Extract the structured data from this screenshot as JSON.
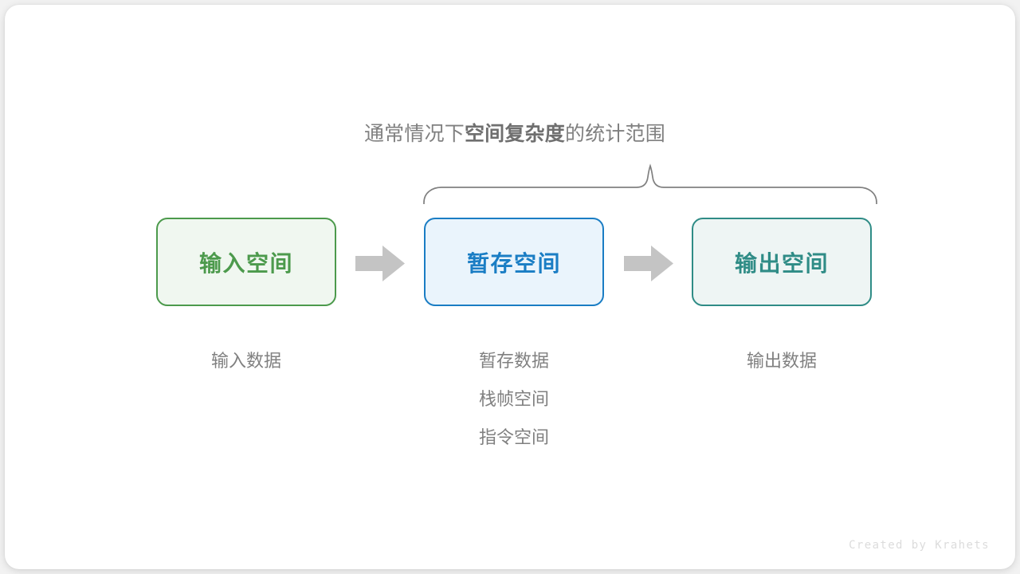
{
  "canvas": {
    "background": "#f2f2f2",
    "card_background": "#ffffff"
  },
  "scope_title": {
    "prefix": "通常情况下",
    "emphasis": "空间复杂度",
    "suffix": "的统计范围",
    "color": "#808080"
  },
  "brace": {
    "name": "curly-brace",
    "color": "#808080",
    "spans": [
      "暂存空间",
      "输出空间"
    ]
  },
  "boxes": [
    {
      "label": "输入空间",
      "fill": "#f0f7f0",
      "border": "#4c9a4c",
      "text_color": "#4c9a4c"
    },
    {
      "label": "暂存空间",
      "fill": "#eaf4fc",
      "border": "#1a7dc4",
      "text_color": "#1a7dc4"
    },
    {
      "label": "输出空间",
      "fill": "#eef5f4",
      "border": "#2f8c86",
      "text_color": "#2f8c86"
    }
  ],
  "arrows": [
    {
      "name": "arrow-input-to-temp",
      "color": "#c4c4c4",
      "direction": "right"
    },
    {
      "name": "arrow-temp-to-output",
      "color": "#c4c4c4",
      "direction": "right"
    }
  ],
  "captions": [
    {
      "lines": [
        "输入数据"
      ]
    },
    {
      "lines": [
        "暂存数据",
        "栈帧空间",
        "指令空间"
      ]
    },
    {
      "lines": [
        "输出数据"
      ]
    }
  ],
  "credit": "Created by Krahets"
}
